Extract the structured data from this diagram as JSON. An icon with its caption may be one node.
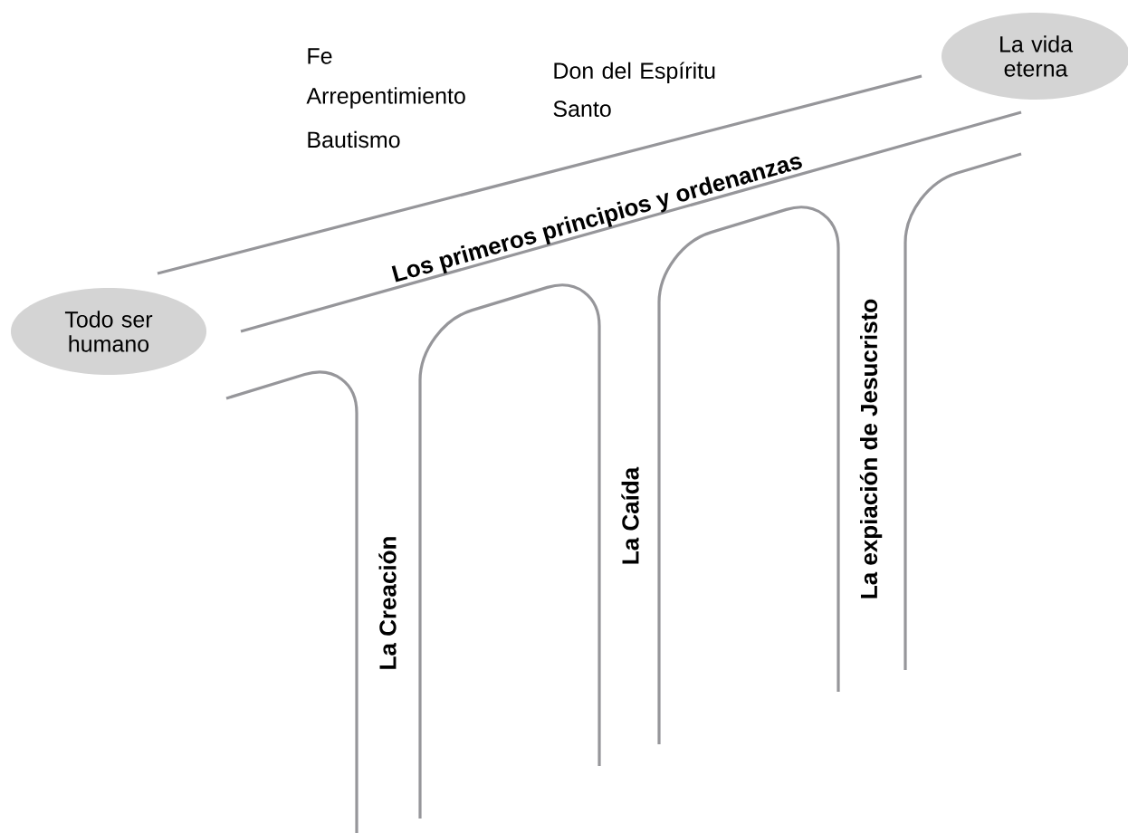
{
  "diagram": {
    "nodes": [
      {
        "text": [
          "Todo ser humano"
        ]
      },
      {
        "text": [
          "La vida eterna"
        ]
      }
    ],
    "labels": [
      "Fe",
      "Arrepentimiento",
      "Bautismo",
      "Don del Espíritu Santo",
      "Los primeros principios y ordenanzas",
      "La Creación",
      "La Caída",
      "La expiación de Jesucristo"
    ]
  }
}
